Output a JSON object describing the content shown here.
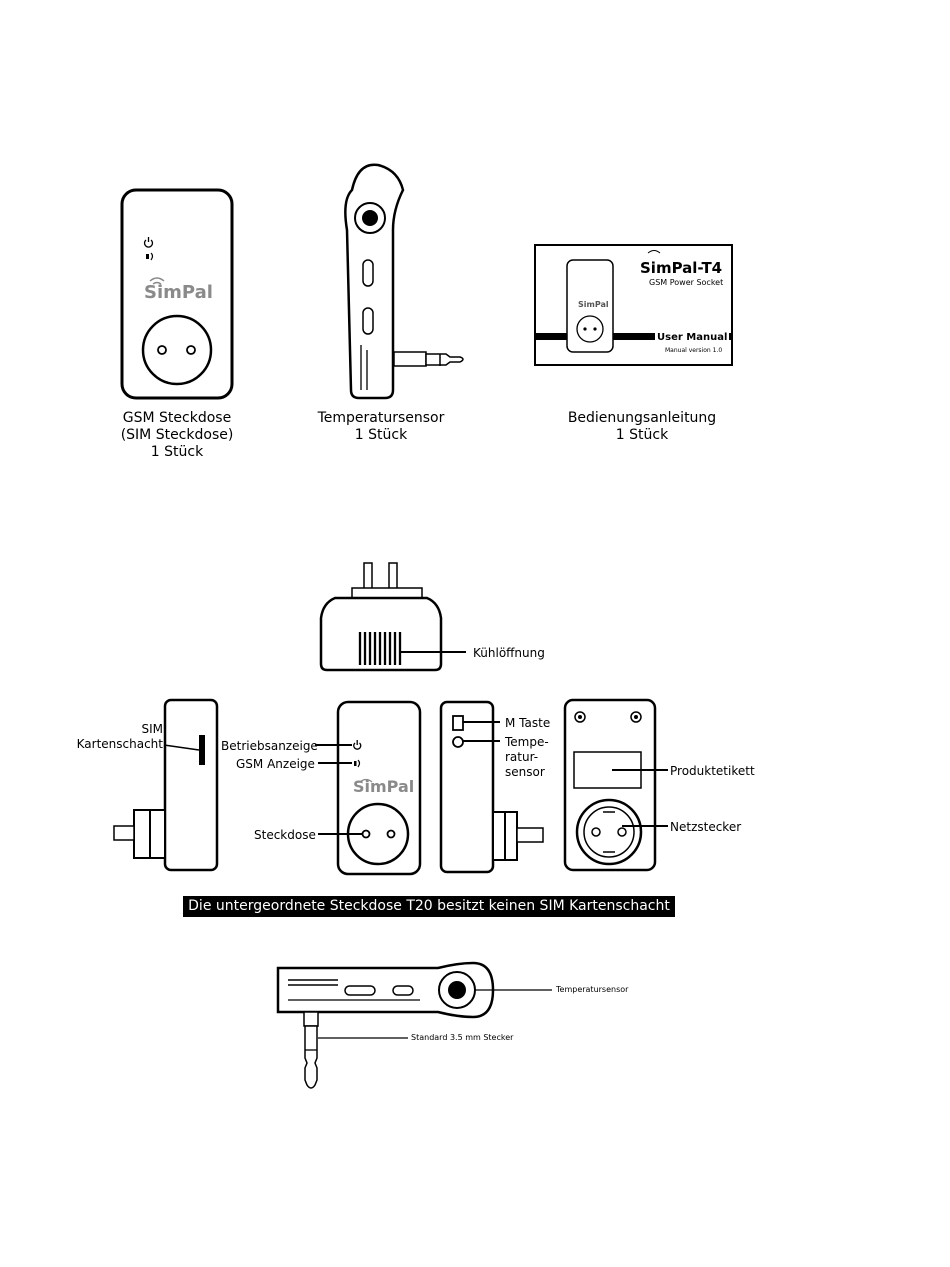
{
  "brand": "SimPal",
  "package_contents": [
    {
      "lines": [
        "GSM Steckdose",
        "(SIM Steckdose)",
        "1 Stück"
      ]
    },
    {
      "lines": [
        "Temperatursensor",
        "1 Stück"
      ]
    },
    {
      "lines": [
        "Bedienungsanleitung",
        "1 Stück"
      ]
    }
  ],
  "manual_cover": {
    "title": "SimPal-T4",
    "subtitle": "GSM Power Socket",
    "manual_label": "User Manual",
    "version": "Manual version 1.0"
  },
  "callouts": {
    "cooling": "Kühlöffnung",
    "sim_slot": [
      "SIM",
      "Kartenschacht"
    ],
    "power_indicator": "Betriebsanzeige",
    "gsm_indicator": "GSM Anzeige",
    "socket": "Steckdose",
    "m_button": "M Taste",
    "temp_sensor_port": [
      "Tempe-",
      "ratur-",
      "sensor"
    ],
    "product_label": "Produktetikett",
    "plug": "Netzstecker"
  },
  "notice": "Die untergeordnete Steckdose T20 besitzt keinen SIM Kartenschacht",
  "sensor_callouts": {
    "sensor": "Temperatursensor",
    "plug": "Standard 3.5 mm Stecker"
  },
  "icons": [
    "power-icon",
    "signal-icon",
    "wifi-icon"
  ]
}
